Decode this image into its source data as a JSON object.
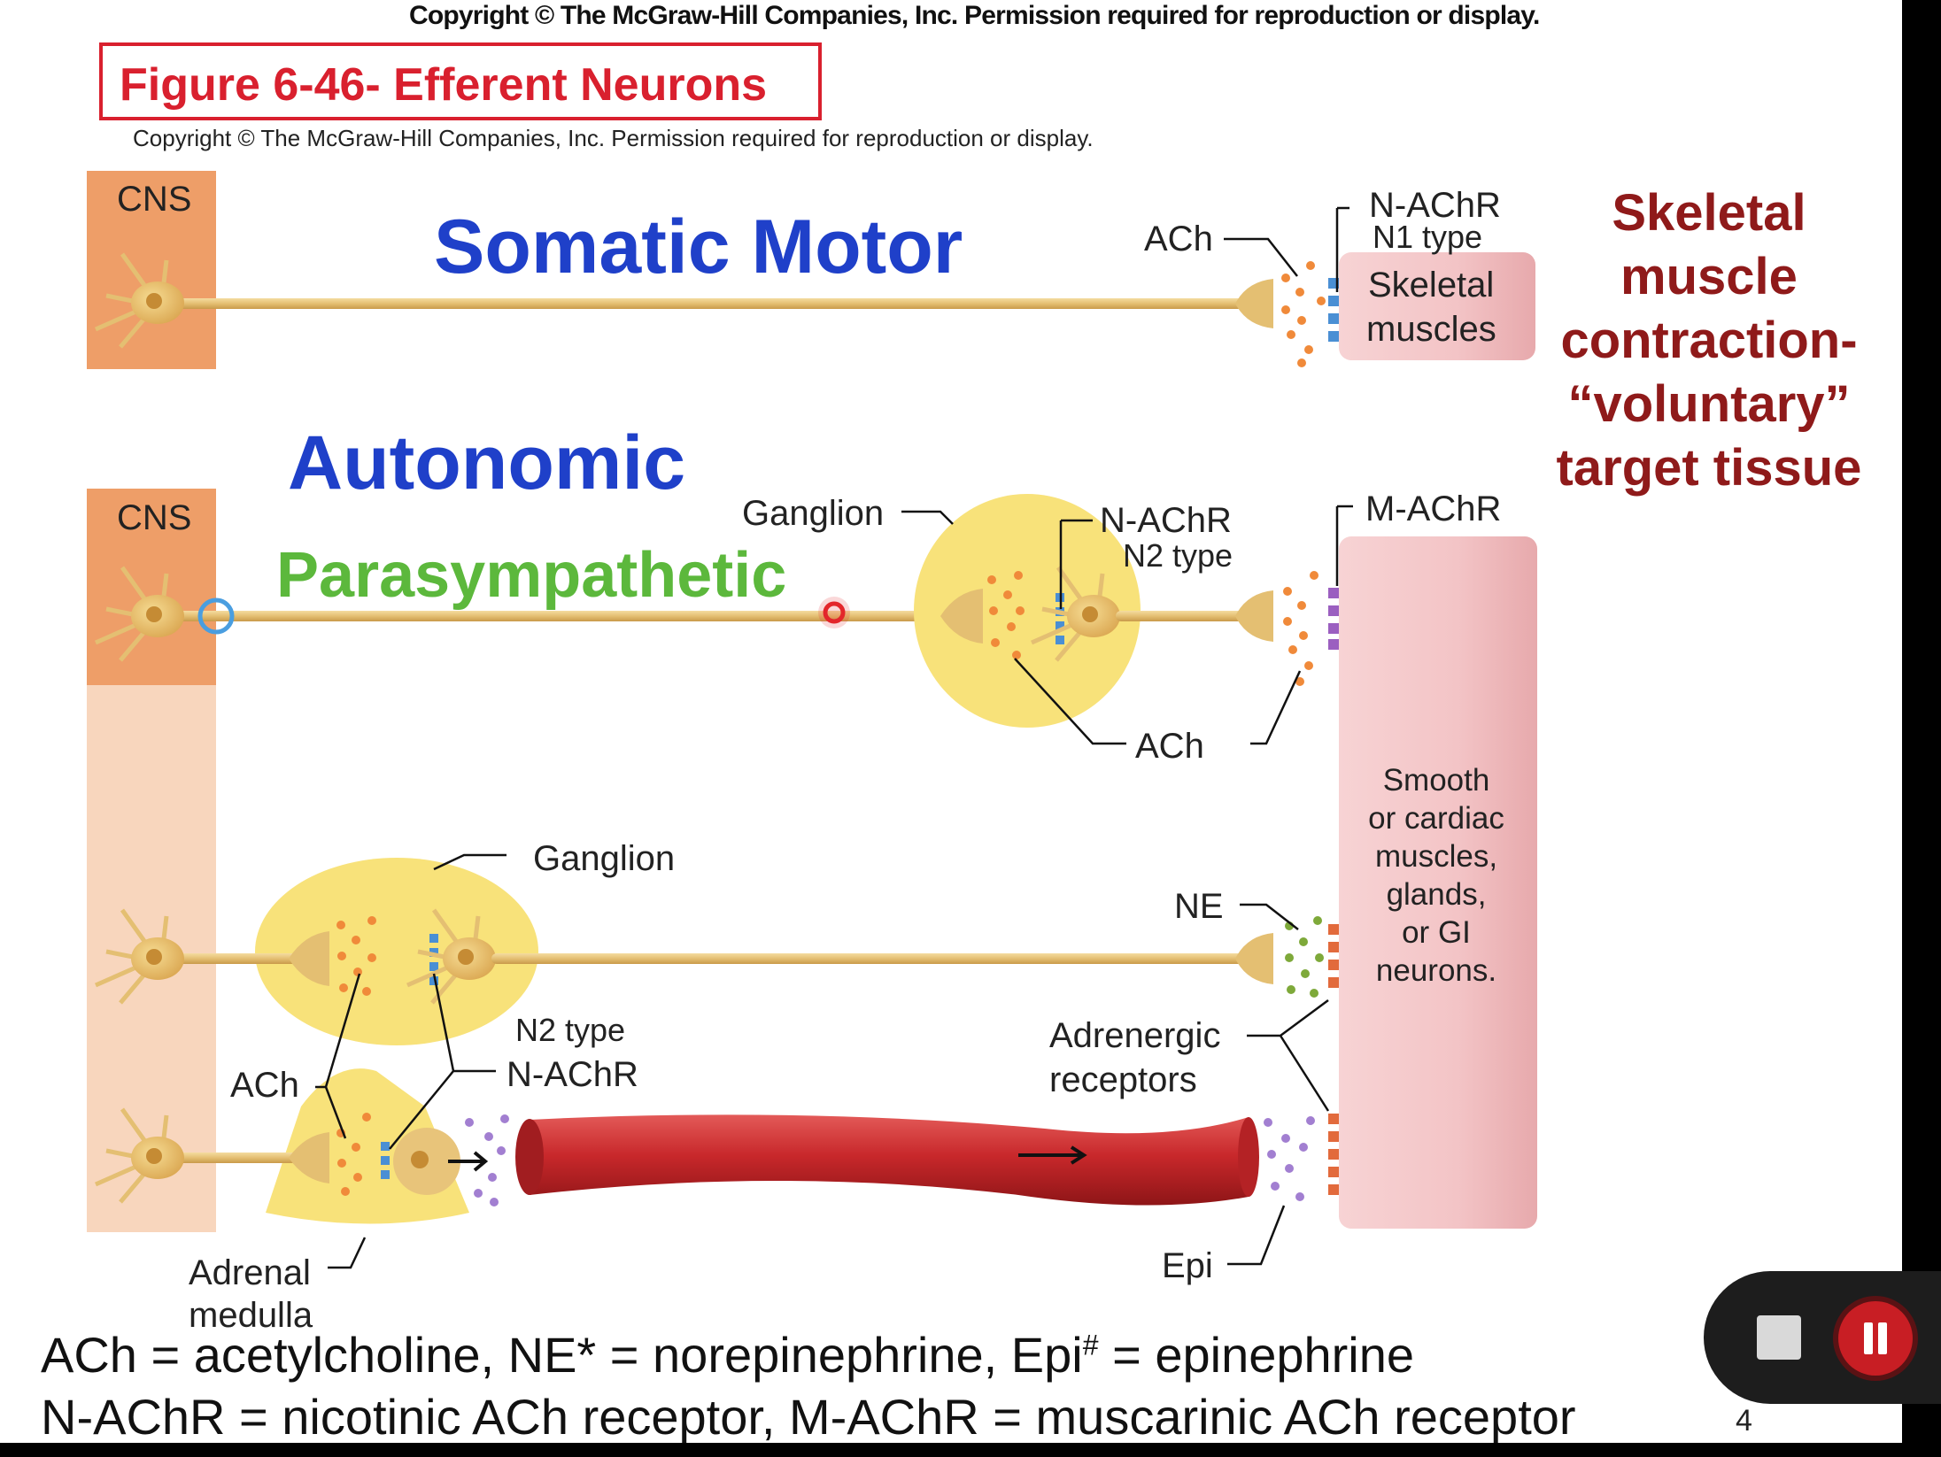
{
  "copyright_top": "Copyright © The McGraw-Hill Companies, Inc. Permission required for reproduction or display.",
  "figure_title": "Figure 6-46- Efferent Neurons",
  "copyright_sub": "Copyright © The McGraw-Hill Companies, Inc. Permission required for reproduction or display.",
  "headings": {
    "somatic": "Somatic Motor",
    "autonomic": "Autonomic",
    "parasympathetic": "Parasympathetic"
  },
  "labels": {
    "cns_1": "CNS",
    "cns_2": "CNS",
    "ach_somatic": "ACh",
    "nachr_n1": "N-AChR",
    "n1_type": "N1 type",
    "skeletal_muscles_1": "Skeletal",
    "skeletal_muscles_2": "muscles",
    "ganglion_para": "Ganglion",
    "nachr_n2_para": "N-AChR",
    "n2_type_para": "N2 type",
    "machr": "M-AChR",
    "ach_para": "ACh",
    "ganglion_symp": "Ganglion",
    "ne": "NE",
    "n2_type_symp": "N2 type",
    "nachr_symp": "N-AChR",
    "ach_symp": "ACh",
    "adrenergic_1": "Adrenergic",
    "adrenergic_2": "receptors",
    "adrenal_1": "Adrenal",
    "adrenal_2": "medulla",
    "epi": "Epi"
  },
  "target_tissue": [
    "Smooth",
    "or cardiac",
    "muscles,",
    "glands,",
    "or GI",
    "neurons."
  ],
  "skeletal_note": [
    "Skeletal",
    "muscle",
    "contraction-",
    "“voluntary”",
    "target tissue"
  ],
  "legend": {
    "line1_a": "ACh = acetylcholine, NE* = norepinephrine, Epi",
    "line1_sup": "#",
    "line1_b": " = epinephrine",
    "line2": "N-AChR = nicotinic ACh receptor, M-AChR = muscarinic ACh receptor"
  },
  "page_number": "4",
  "colors": {
    "title_red": "#d9202e",
    "heading_blue": "#1f40c9",
    "parasym_green": "#5cb83c",
    "note_red": "#8f1a1a",
    "axon": "#e6c37a",
    "ganglion": "#f8e27a",
    "muscle_pink": "#f3c7c9",
    "vessel_red": "#c8282b",
    "cns_orange": "#ee9e68",
    "cns_light": "#f8d6bd"
  }
}
